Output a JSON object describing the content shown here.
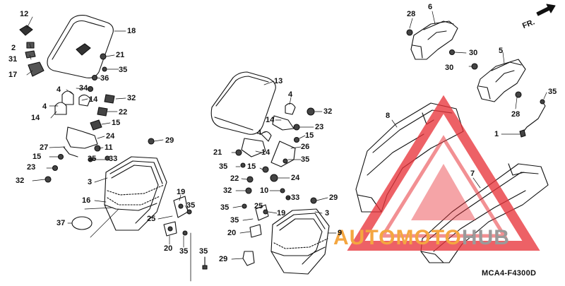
{
  "diagram": {
    "callouts": {
      "c12": "12",
      "c2": "2",
      "c31": "31",
      "c17": "17",
      "c18": "18",
      "c21a": "21",
      "c35a": "35",
      "c36": "36",
      "c4a": "4",
      "c34": "34",
      "c4b": "4",
      "c14a": "14",
      "c32a": "32",
      "c14b": "14",
      "c22a": "22",
      "c15a": "15",
      "c24a": "24",
      "c27": "27",
      "c11": "11",
      "c15b": "15",
      "c35b": "35",
      "c33a": "33",
      "c23a": "23",
      "c32b": "32",
      "c3a": "3",
      "c29a": "29",
      "c16": "16",
      "c37": "37",
      "c19a": "19",
      "c35c": "35",
      "c25a": "25",
      "c20a": "20",
      "c35d": "35",
      "c13": "13",
      "c4c": "4",
      "c32c": "32",
      "c14c": "14",
      "c23b": "23",
      "c4d": "4",
      "c15c": "15",
      "c26": "26",
      "c21b": "21",
      "c14d": "14",
      "c35e": "35",
      "c15d": "15",
      "c35f": "35",
      "c22b": "22",
      "c24b": "24",
      "c32d": "32",
      "c10": "10",
      "c33b": "33",
      "c29b": "29",
      "c35g": "35",
      "c25b": "25",
      "c3b": "3",
      "c19b": "19",
      "c35h": "35",
      "c20b": "20",
      "c9": "9",
      "c35i": "35",
      "c29c": "29",
      "c28a": "28",
      "c6": "6",
      "c30a": "30",
      "c30b": "30",
      "c5": "5",
      "c35j": "35",
      "c28b": "28",
      "c1": "1",
      "c8": "8",
      "c7": "7"
    },
    "direction_label": "FR.",
    "diagram_code": "MCA4-F4300D",
    "watermark": {
      "text_orange": "AUTOMOTO",
      "text_gray": "HUB",
      "color_red": "#e8353b",
      "color_orange": "#f4a640",
      "color_gray": "#9a9a9a"
    },
    "line_color": "#111111"
  }
}
